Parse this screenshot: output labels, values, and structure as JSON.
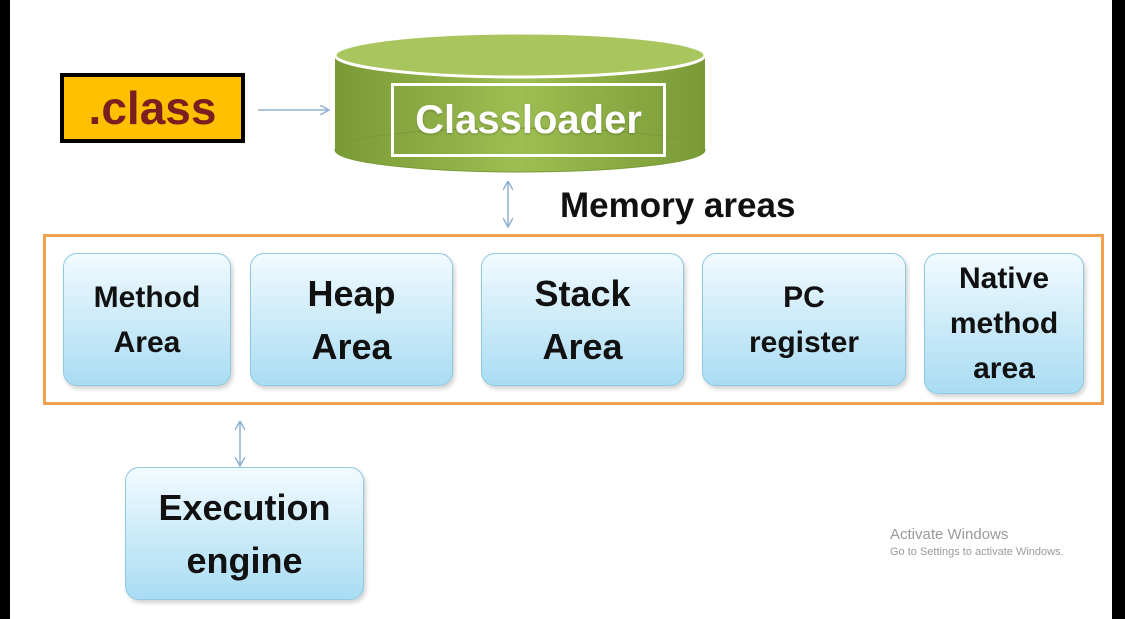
{
  "class_box": {
    "label": ".class"
  },
  "classloader": {
    "label": "Classloader"
  },
  "memory_areas": {
    "title": "Memory areas",
    "items": [
      {
        "label": "Method\nArea"
      },
      {
        "label": "Heap\nArea"
      },
      {
        "label": "Stack\nArea"
      },
      {
        "label": "PC\nregister"
      },
      {
        "label": "Native\nmethod\narea"
      }
    ]
  },
  "execution_engine": {
    "label": "Execution\nengine"
  },
  "watermark": {
    "line1": "Activate Windows",
    "line2": "Go to Settings to activate Windows."
  },
  "colors": {
    "class_box_fill": "#ffc000",
    "class_text": "#7a1f1f",
    "classloader_fill": "#8faf46",
    "memory_frame": "#f0a050",
    "area_fill": "#c9e9f8",
    "arrow": "#8fb0d0"
  }
}
